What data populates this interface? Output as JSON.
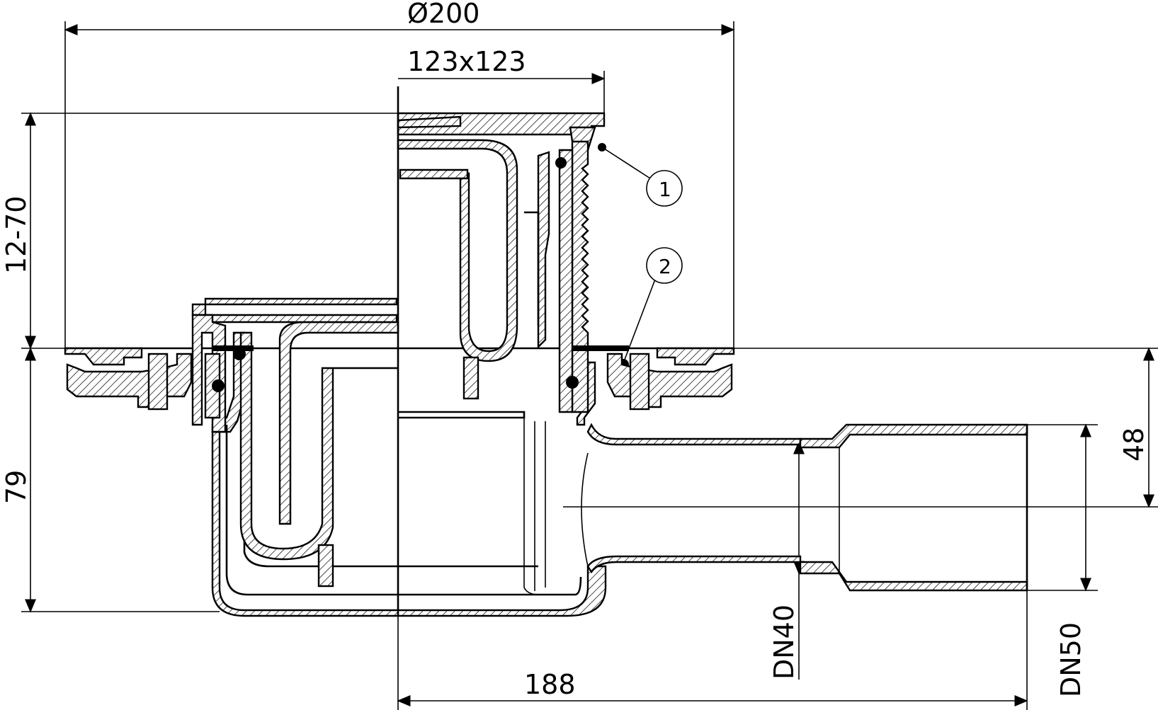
{
  "dimensions": {
    "flange_diameter": "Ø200",
    "grate_size": "123x123",
    "adjust_height": "12-70",
    "body_height": "79",
    "outlet_height": "48",
    "outlet_length": "188",
    "inner_pipe": "DN40",
    "outer_pipe": "DN50"
  },
  "callouts": {
    "c1": "1",
    "c2": "2"
  }
}
